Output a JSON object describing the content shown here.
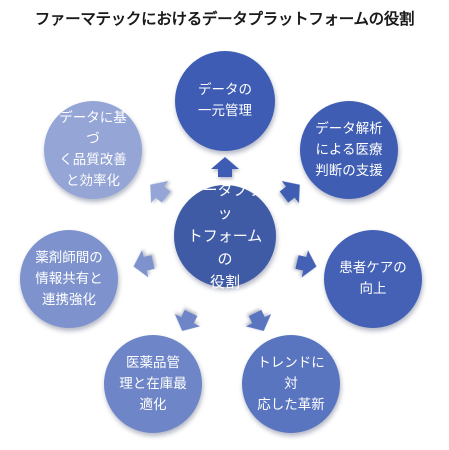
{
  "title": "ファーマテックにおけるデータプラットフォームの役割",
  "center": {
    "label": "データプラッ\nトフォームの\n役割",
    "color": "#3f5ba5"
  },
  "nodes": [
    {
      "id": "data-mgmt",
      "label": "データの\n一元管理",
      "color": "#3e5cb4"
    },
    {
      "id": "analysis",
      "label": "データ解析\nによる医療\n判断の支援",
      "color": "#3f5db3"
    },
    {
      "id": "patient-care",
      "label": "患者ケアの\n向上",
      "color": "#4461b5"
    },
    {
      "id": "trend",
      "label": "トレンドに対\n応した革新",
      "color": "#5a75c0"
    },
    {
      "id": "inventory",
      "label": "医薬品管\n理と在庫最\n適化",
      "color": "#6e86c7"
    },
    {
      "id": "pharmacist",
      "label": "薬剤師間の\n情報共有と\n連携強化",
      "color": "#7e93cd"
    },
    {
      "id": "quality",
      "label": "データに基づ\nく品質改善\nと効率化",
      "color": "#95a6d6"
    }
  ],
  "colors": {
    "arrow": "#3f5ba5"
  }
}
